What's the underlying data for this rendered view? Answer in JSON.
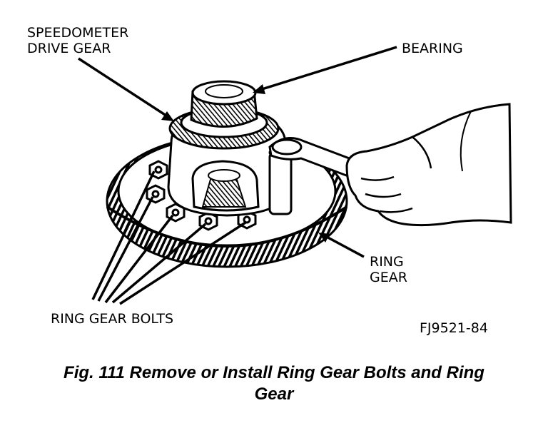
{
  "labels": {
    "speedometer_line1": "SPEEDOMETER",
    "speedometer_line2": "DRIVE GEAR",
    "bearing": "BEARING",
    "ring_line1": "RING",
    "ring_line2": "GEAR",
    "ring_gear_bolts": "RING GEAR BOLTS",
    "figure_id": "FJ9521-84"
  },
  "caption": {
    "line1": "Fig. 111 Remove or Install Ring Gear Bolts and Ring",
    "line2": "Gear"
  }
}
